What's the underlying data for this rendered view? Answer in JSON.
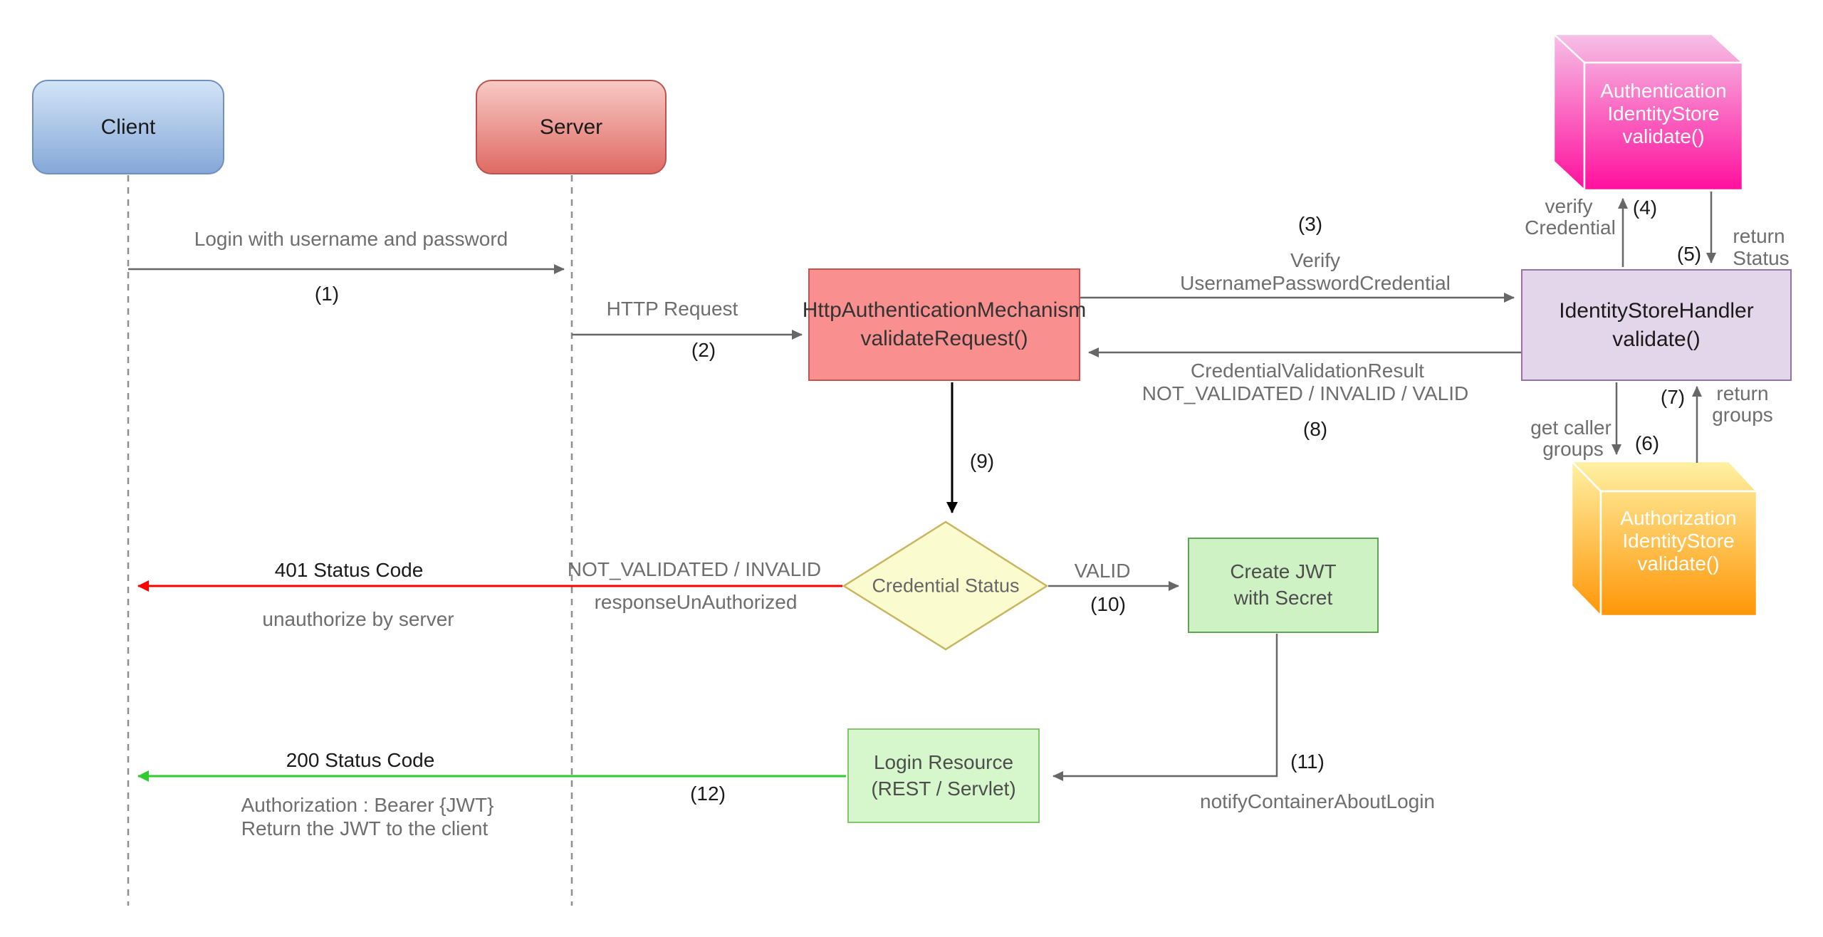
{
  "nodes": {
    "client": {
      "label": "Client"
    },
    "server": {
      "label": "Server"
    },
    "http_mechanism": {
      "line1": "HttpAuthenticationMechanism",
      "line2": "validateRequest()"
    },
    "identity_store_handler": {
      "line1": "IdentityStoreHandler",
      "line2": "validate()"
    },
    "auth_identity_store": {
      "line1": "Authentication",
      "line2": "IdentityStore",
      "line3": "validate()"
    },
    "authz_identity_store": {
      "line1": "Authorization",
      "line2": "IdentityStore",
      "line3": "validate()"
    },
    "credential_status": {
      "label": "Credential Status"
    },
    "create_jwt": {
      "line1": "Create JWT",
      "line2": "with Secret"
    },
    "login_resource": {
      "line1": "Login Resource",
      "line2": "(REST / Servlet)"
    }
  },
  "edges": {
    "login": {
      "label": "Login with username and password",
      "step": "(1)"
    },
    "http_request": {
      "label": "HTTP Request",
      "step": "(2)"
    },
    "verify_upc": {
      "step": "(3)",
      "line1": "Verify",
      "line2": "UsernamePasswordCredential"
    },
    "verify_credential": {
      "line1": "verify",
      "line2": "Credential",
      "step": "(4)"
    },
    "return_status": {
      "step": "(5)",
      "line1": "return",
      "line2": "Status"
    },
    "get_caller_groups": {
      "line1": "get caller",
      "line2": "groups",
      "step": "(6)"
    },
    "return_groups": {
      "step": "(7)",
      "line1": "return",
      "line2": "groups"
    },
    "cvr": {
      "line1": "CredentialValidationResult",
      "line2": "NOT_VALIDATED / INVALID / VALID",
      "step": "(8)"
    },
    "to_decision": {
      "step": "(9)"
    },
    "unauthorized": {
      "title": "401 Status Code",
      "cond": "NOT_VALIDATED / INVALID",
      "method": "responseUnAuthorized",
      "note": "unauthorize by server"
    },
    "valid": {
      "label": "VALID",
      "step": "(10)"
    },
    "notify": {
      "step": "(11)",
      "label": "notifyContainerAboutLogin"
    },
    "success": {
      "title": "200 Status Code",
      "step": "(12)",
      "note1": "Authorization : Bearer {JWT}",
      "note2": "Return the JWT to the client"
    }
  },
  "colors": {
    "client_box": "#85a8d9",
    "server_box": "#e06a64",
    "http_box": "#f98f8f",
    "handler_box": "#e3d6ea",
    "auth_store_cube": "#ff0f9d",
    "authz_store_cube": "#ff9607",
    "decision_diamond": "#fbfbd0",
    "jwt_box": "#cff2c5",
    "login_box": "#d6f7cb",
    "arrow": "#676767",
    "error_arrow": "#ff0000",
    "success_arrow": "#2fcb2f"
  }
}
